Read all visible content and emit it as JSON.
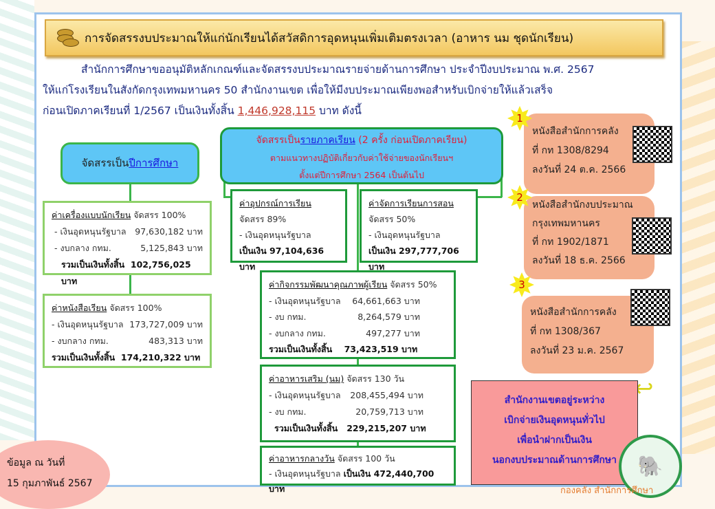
{
  "title": "การจัดสรรงบประมาณให้แก่นักเรียนได้สวัสดิการอุดหนุนเพิ่มเติมตรงเวลา (อาหาร นม ชุดนักเรียน)",
  "intro": {
    "line1": "สำนักการศึกษาขออนุมัติหลักเกณฑ์และจัดสรรงบประมาณรายจ่ายด้านการศึกษา ประจำปีงบประมาณ พ.ศ. 2567",
    "line2": "ให้แก่โรงเรียนในสังกัดกรุงเทพมหานคร 50 สำนักงานเขต เพื่อให้มีงบประมาณเพียงพอสำหรับเบิกจ่ายให้แล้วเสร็จ",
    "line3_pre": "ก่อนเปิดภาคเรียนที่ 1/2567 เป็นเงินทั้งสิ้น ",
    "total": "1,446,928,115",
    "line3_post": " บาท ดังนี้"
  },
  "yearly": {
    "header_pre": "จัดสรรเป็น",
    "header_link": "ปีการศึกษา",
    "uniform": {
      "title": "ค่าเครื่องแบบนักเรียน",
      "alloc": " จัดสรร 100%",
      "r1l": "- เงินอุดหนุนรัฐบาล",
      "r1v": "97,630,182 บาท",
      "r2l": "- งบกลาง กทม.",
      "r2v": "5,125,843 บาท",
      "totl": "รวมเป็นเงินทั้งสิ้น",
      "totv": "102,756,025 บาท"
    },
    "books": {
      "title": "ค่าหนังสือเรียน",
      "alloc": " จัดสรร 100%",
      "r1l": "- เงินอุดหนุนรัฐบาล",
      "r1v": "173,727,009 บาท",
      "r2l": "- งบกลาง กทม.",
      "r2v": "483,313 บาท",
      "totl": "รวมเป็นเงินทั้งสิ้น",
      "totv": "174,210,322 บาท"
    }
  },
  "semester": {
    "header_pre": "จัดสรรเป็น",
    "header_link": "รายภาคเรียน",
    "header_post": "  (2 ครั้ง ก่อนเปิดภาคเรียน)",
    "sub1": "ตามแนวทางปฏิบัติเกี่ยวกับค่าใช้จ่ายของนักเรียนฯ",
    "sub2": "ตั้งแต่ปีการศึกษา  2564 เป็นต้นไป",
    "equipment": {
      "title": "ค่าอุปกรณ์การเรียน",
      "alloc": "จัดสรร 89%",
      "r1": "- เงินอุดหนุนรัฐบาล",
      "tot": "เป็นเงิน 97,104,636 บาท"
    },
    "teaching": {
      "title": "ค่าจัดการเรียนการสอน",
      "alloc": "จัดสรร 50%",
      "r1": "- เงินอุดหนุนรัฐบาล",
      "tot": "เป็นเงิน 297,777,706 บาท"
    },
    "activities": {
      "title": "ค่ากิจกรรมพัฒนาคุณภาพผู้เรียน",
      "alloc": " จัดสรร 50%",
      "r1l": "- เงินอุดหนุนรัฐบาล",
      "r1v": "64,661,663 บาท",
      "r2l": "- งบ กทม.",
      "r2v": "8,264,579 บาท",
      "r3l": "- งบกลาง กทม.",
      "r3v": "497,277 บาท",
      "totl": "รวมเป็นเงินทั้งสิ้น",
      "totv": "73,423,519 บาท"
    },
    "milk": {
      "title": "ค่าอาหารเสริม (นม)",
      "alloc": " จัดสรร 130 วัน",
      "r1l": "- เงินอุดหนุนรัฐบาล",
      "r1v": "208,455,494 บาท",
      "r2l": "- งบ กทม.",
      "r2v": "20,759,713 บาท",
      "totl": "รวมเป็นเงินทั้งสิ้น",
      "totv": "229,215,207 บาท"
    },
    "lunch": {
      "title": "ค่าอาหารกลางวัน",
      "alloc": "  จัดสรร 100 วัน",
      "r1l": "- เงินอุดหนุนรัฐบาล ",
      "r1v": "เป็นเงิน 472,440,700 บาท"
    }
  },
  "letters": [
    {
      "num": "1",
      "l1": "หนังสือสำนักการคลัง",
      "l2": "ที่ กท 1308/8294",
      "l3": "ลงวันที่ 24 ต.ค. 2566"
    },
    {
      "num": "2",
      "l1": "หนังสือสำนักงบประมาณ",
      "l1b": "กรุงเทพมหานคร",
      "l2": "ที่ กท 1902/1871",
      "l3": "ลงวันที่ 18 ธ.ค. 2566"
    },
    {
      "num": "3",
      "l1": "หนังสือสำนักการคลัง",
      "l2": "ที่ กท 1308/367",
      "l3": "ลงวันที่ 23 ม.ค. 2567"
    }
  ],
  "note": {
    "l1": "สำนักงานเขตอยู่ระหว่าง",
    "l2": "เบิกจ่ายเงินอุดหนุนทั่วไป",
    "l3": "เพื่อนำฝากเป็นเงิน",
    "l4": "นอกงบประมาณด้านการศึกษา"
  },
  "date": {
    "l1": "ข้อมูล ณ วันที่",
    "l2": "15 กุมภาพันธ์ 2567"
  },
  "footer": "กองคลัง สำนักการศึกษา",
  "colors": {
    "title_bg": "#f3c75f",
    "header_bg": "#5ec6f6",
    "card_bg": "#f4b08f",
    "note_bg": "#f99a9a",
    "accent_red": "#c0392b"
  }
}
